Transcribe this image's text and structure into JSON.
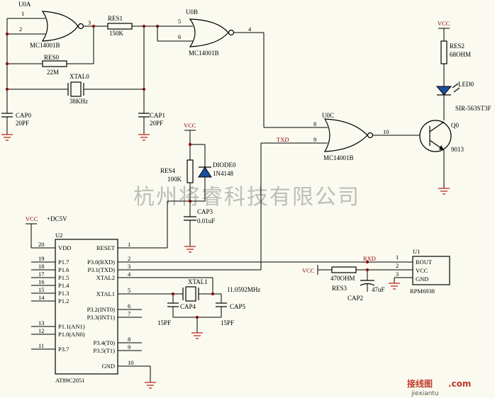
{
  "watermark": "杭州将睿科技有限公司",
  "site_logo": {
    "text_cn": "接线图",
    "text_com": ".com",
    "url": "jiexiantu"
  },
  "nets": {
    "vcc": "VCC",
    "txd": "TXD",
    "rxd": "RXD",
    "dc5v": "+DC5V"
  },
  "u0a": {
    "ref": "U0A",
    "part": "MC14001B",
    "pins": [
      "1",
      "2",
      "3"
    ]
  },
  "u0b": {
    "ref": "U0B",
    "part": "MC14001B",
    "pins": [
      "5",
      "6",
      "4"
    ]
  },
  "u0c": {
    "ref": "U0C",
    "part": "MC14001B",
    "pins": [
      "8",
      "9",
      "10"
    ]
  },
  "res1": {
    "ref": "RES1",
    "value": "150K"
  },
  "res0": {
    "ref": "RES0",
    "value": "22M"
  },
  "xtal0": {
    "ref": "XTAL0",
    "value": "38KHz"
  },
  "cap0": {
    "ref": "CAP0",
    "value": "20PF"
  },
  "cap1": {
    "ref": "CAP1",
    "value": "20PF"
  },
  "res2": {
    "ref": "RES2",
    "value": "68OHM"
  },
  "led0": {
    "ref": "LED0",
    "part": "SIR-563ST3F"
  },
  "q0": {
    "ref": "Q0",
    "part": "9013"
  },
  "res4": {
    "ref": "RES4",
    "value": "100K"
  },
  "diode0": {
    "ref": "DIODE0",
    "part": "1N4148"
  },
  "cap3": {
    "ref": "CAP3",
    "value": "0.01uF"
  },
  "u2": {
    "ref": "U2",
    "part": "AT89C2051",
    "left_pins": [
      {
        "no": "20",
        "name": "VDD"
      },
      {
        "no": "19",
        "name": "P1.7"
      },
      {
        "no": "18",
        "name": "P1.6"
      },
      {
        "no": "17",
        "name": "P1.5"
      },
      {
        "no": "16",
        "name": "P1.4"
      },
      {
        "no": "15",
        "name": "P1.3"
      },
      {
        "no": "14",
        "name": "P1.2"
      },
      {
        "no": "13",
        "name": "P1.1(AN1)"
      },
      {
        "no": "12",
        "name": "P1.0(AN0)"
      },
      {
        "no": "11",
        "name": "P3.7"
      }
    ],
    "right_pins": [
      {
        "no": "1",
        "name": "RESET"
      },
      {
        "no": "2",
        "name": "P3.0(RXD)"
      },
      {
        "no": "3",
        "name": "P3.1(TXD)"
      },
      {
        "no": "4",
        "name": "XTAL2"
      },
      {
        "no": "5",
        "name": "XTAL1"
      },
      {
        "no": "6",
        "name": "P3.2(INT0)"
      },
      {
        "no": "7",
        "name": "P3.3(INT1)"
      },
      {
        "no": "8",
        "name": "P3.4(T0)"
      },
      {
        "no": "9",
        "name": "P3.5(T1)"
      },
      {
        "no": "10",
        "name": "GND"
      }
    ]
  },
  "xtal1": {
    "ref": "XTAL1",
    "value": "11.0592MHz"
  },
  "cap4": {
    "ref": "CAP4",
    "value": "15PF"
  },
  "cap5": {
    "ref": "CAP5",
    "value": "15PF"
  },
  "res3": {
    "ref": "RES3",
    "value": "470OHM"
  },
  "cap2": {
    "ref": "CAP2",
    "value": "47uF"
  },
  "u1": {
    "ref": "U1",
    "part": "RPM6938",
    "pins": [
      {
        "no": "1",
        "name": "ROUT"
      },
      {
        "no": "2",
        "name": "VCC"
      },
      {
        "no": "3",
        "name": "GND"
      }
    ]
  }
}
